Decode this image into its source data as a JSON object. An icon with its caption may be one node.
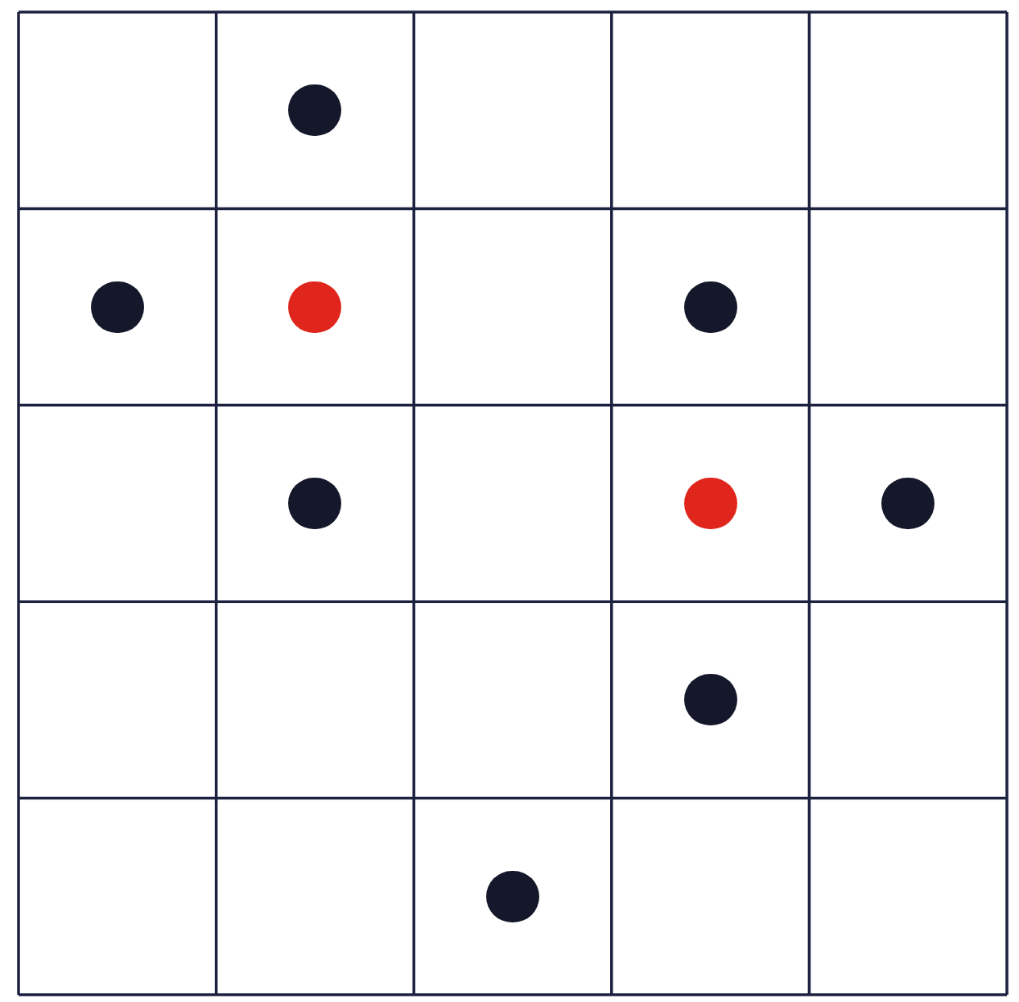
{
  "diagram": {
    "nodes": [
      {
        "text": [],
        "shape": "circle"
      },
      {
        "text": [],
        "shape": "circle"
      },
      {
        "text": [],
        "shape": "circle"
      },
      {
        "text": [],
        "shape": "circle"
      },
      {
        "text": [],
        "shape": "circle"
      },
      {
        "text": [],
        "shape": "circle"
      },
      {
        "text": [],
        "shape": "circle"
      },
      {
        "text": [],
        "shape": "circle"
      },
      {
        "text": [],
        "shape": "circle"
      }
    ]
  }
}
